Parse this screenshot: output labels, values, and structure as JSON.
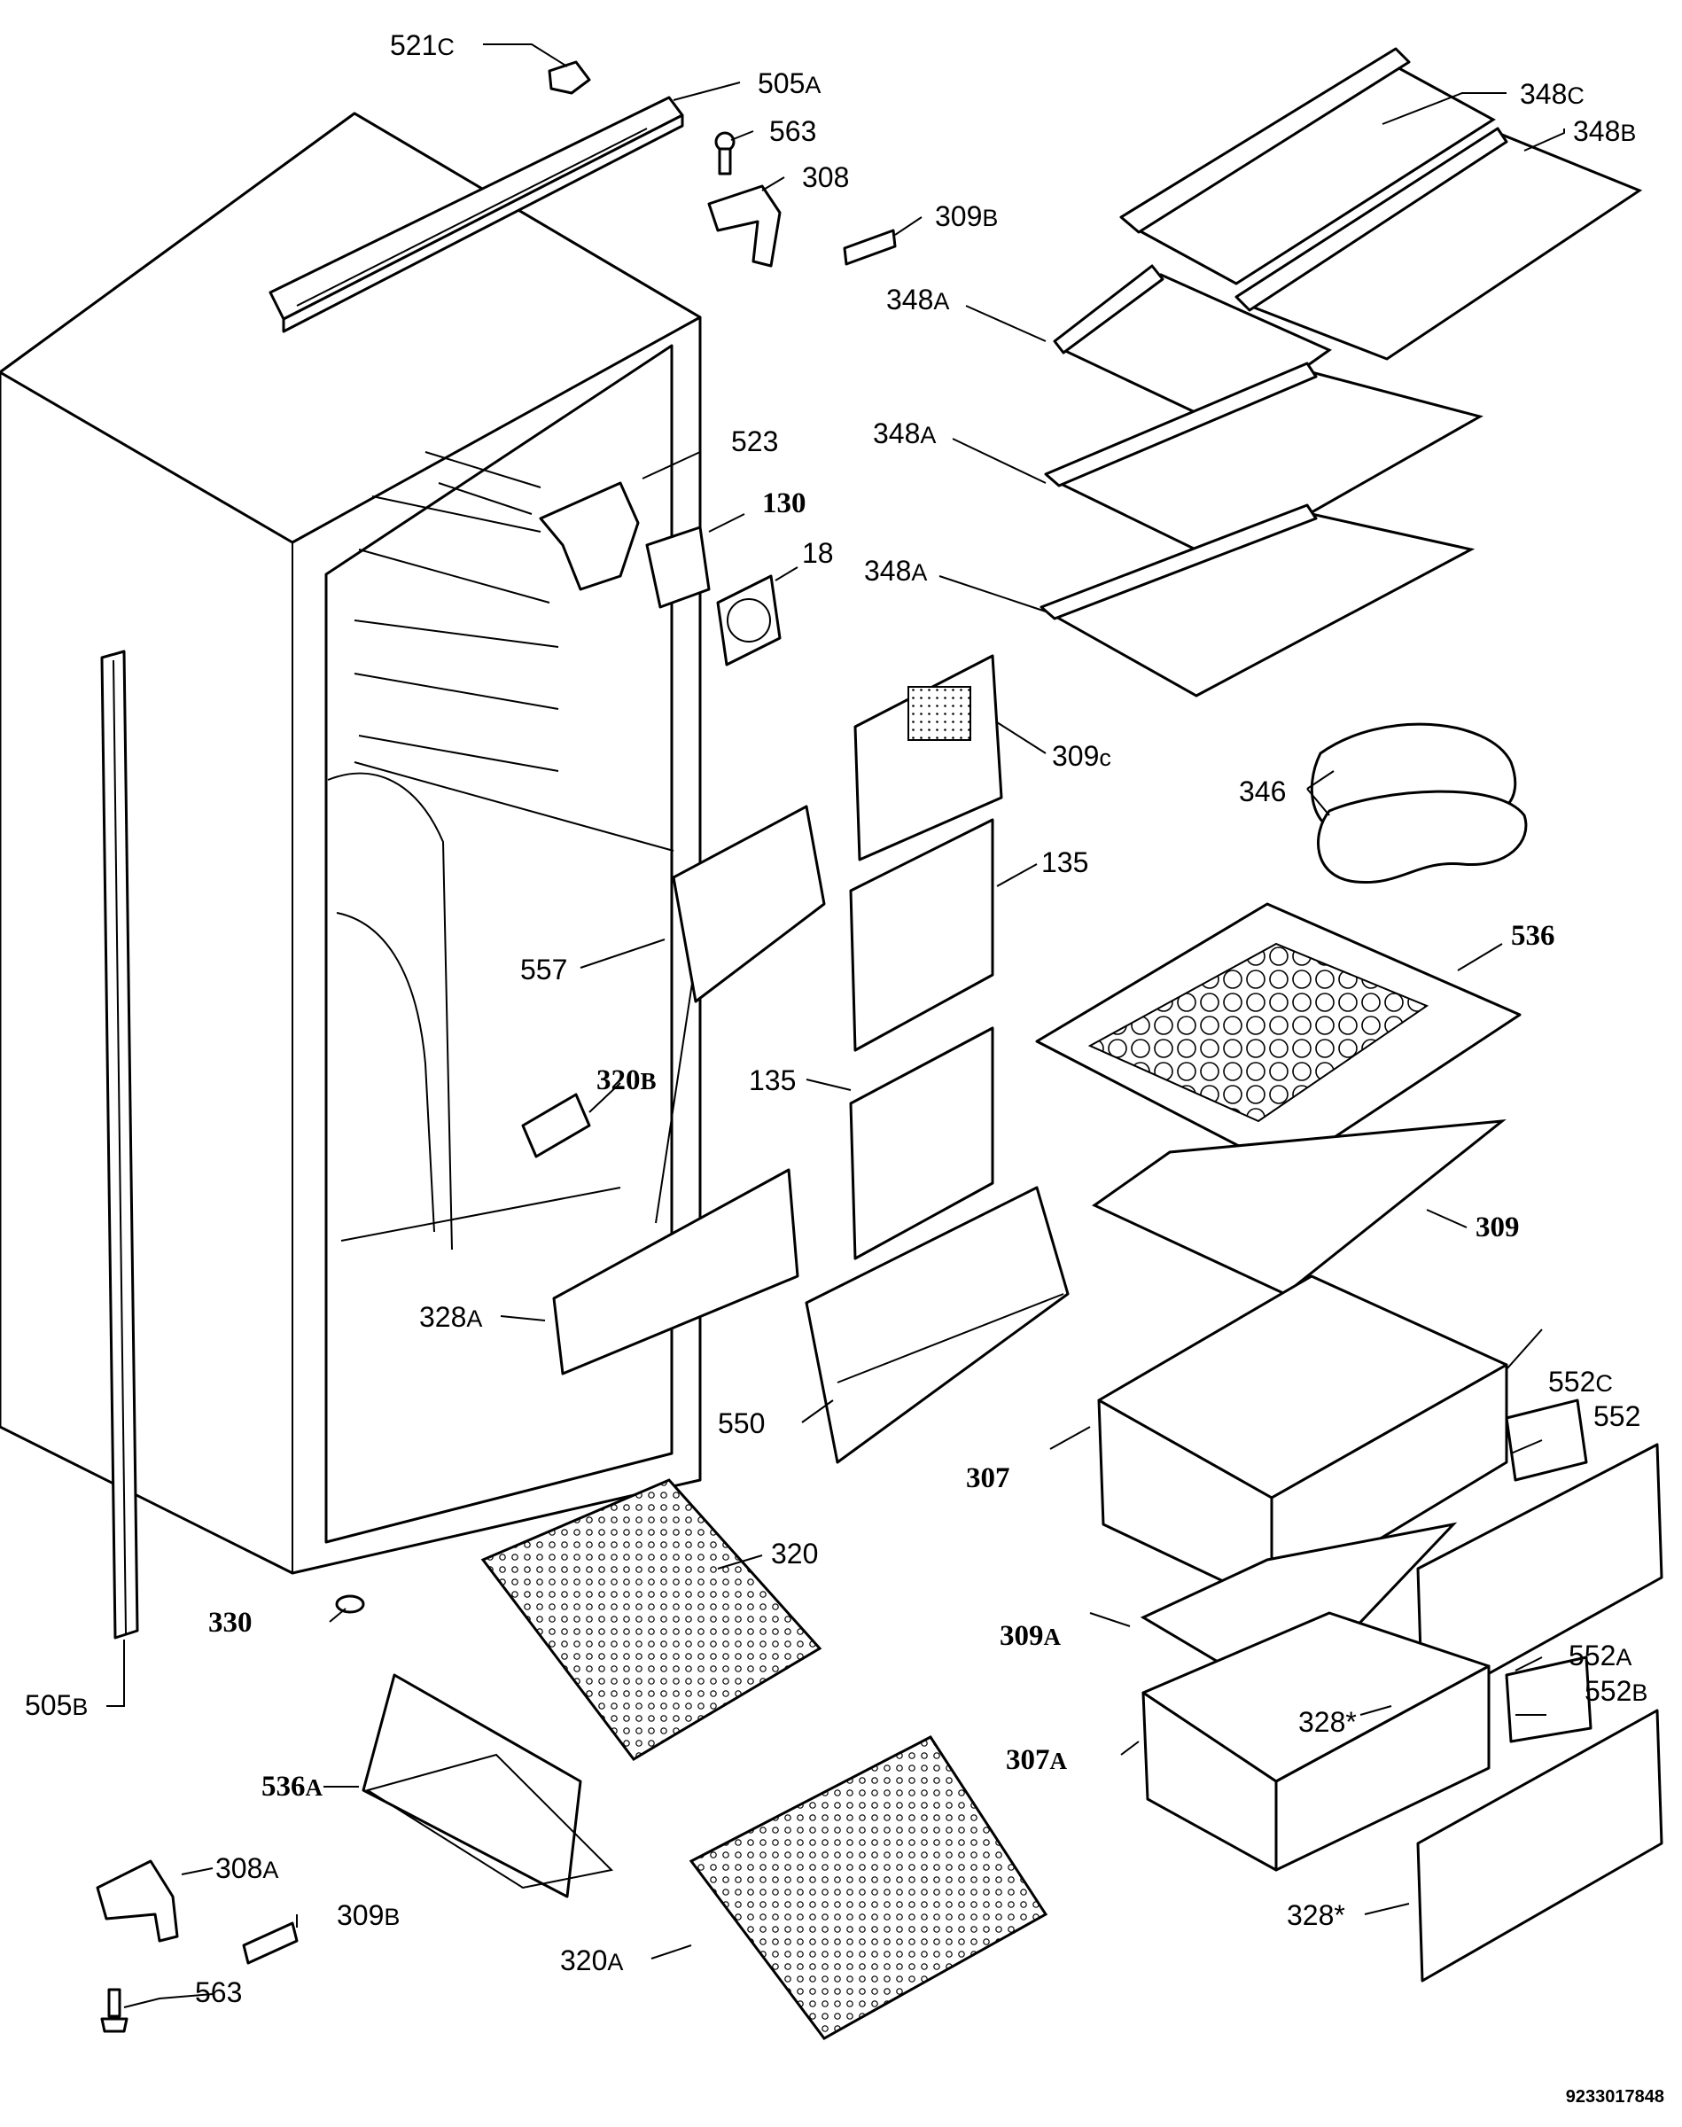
{
  "labels": {
    "l521c": {
      "num": "521",
      "suf": "C"
    },
    "l505a": {
      "num": "505",
      "suf": "A"
    },
    "l563a": {
      "num": "563",
      "suf": ""
    },
    "l308": {
      "num": "308",
      "suf": ""
    },
    "l309b1": {
      "num": "309",
      "suf": "B"
    },
    "l348c": {
      "num": "348",
      "suf": "C"
    },
    "l348b": {
      "num": "348",
      "suf": "B"
    },
    "l348a1": {
      "num": "348",
      "suf": "A"
    },
    "l348a2": {
      "num": "348",
      "suf": "A"
    },
    "l348a3": {
      "num": "348",
      "suf": "A"
    },
    "l523": {
      "num": "523",
      "suf": ""
    },
    "l130": {
      "num": "130",
      "suf": ""
    },
    "l18": {
      "num": "18",
      "suf": ""
    },
    "l309c": {
      "num": "309",
      "suf": "c"
    },
    "l346": {
      "num": "346",
      "suf": ""
    },
    "l135a": {
      "num": "135",
      "suf": ""
    },
    "l557": {
      "num": "557",
      "suf": ""
    },
    "l536": {
      "num": "536",
      "suf": ""
    },
    "l320b": {
      "num": "320",
      "suf": "B"
    },
    "l135b": {
      "num": "135",
      "suf": ""
    },
    "l309": {
      "num": "309",
      "suf": ""
    },
    "l328a": {
      "num": "328",
      "suf": "A"
    },
    "l550": {
      "num": "550",
      "suf": ""
    },
    "l552c": {
      "num": "552",
      "suf": "C"
    },
    "l552": {
      "num": "552",
      "suf": ""
    },
    "l307": {
      "num": "307",
      "suf": ""
    },
    "l320": {
      "num": "320",
      "suf": ""
    },
    "l330": {
      "num": "330",
      "suf": ""
    },
    "l309a": {
      "num": "309",
      "suf": "A"
    },
    "l552a": {
      "num": "552",
      "suf": "A"
    },
    "l552b": {
      "num": "552",
      "suf": "B"
    },
    "l505b": {
      "num": "505",
      "suf": "B"
    },
    "l328s1": {
      "num": "328*",
      "suf": ""
    },
    "l307a": {
      "num": "307",
      "suf": "A"
    },
    "l536a": {
      "num": "536",
      "suf": "A"
    },
    "l308a": {
      "num": "308",
      "suf": "A"
    },
    "l309b2": {
      "num": "309",
      "suf": "B"
    },
    "l328s2": {
      "num": "328*",
      "suf": ""
    },
    "l563b": {
      "num": "563",
      "suf": ""
    },
    "l320a": {
      "num": "320",
      "suf": "A"
    }
  },
  "document_id": "9233017848"
}
